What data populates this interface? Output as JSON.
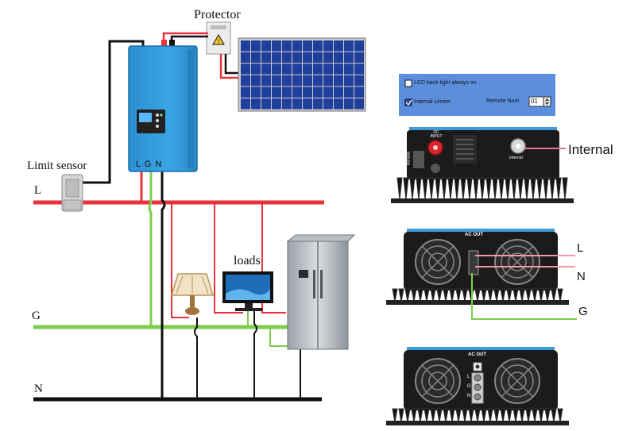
{
  "labels": {
    "protector": "Protector",
    "limit_sensor": "Limit sensor",
    "loads": "loads",
    "line_l": "L",
    "line_g": "G",
    "line_n": "N",
    "inverter_terminals": "L G N"
  },
  "settings_panel": {
    "lcd_backlight": "LCD back light always on",
    "internal_limiter": "Internal Limiter",
    "remote_num_label": "Remote Num",
    "remote_num_value": "01",
    "lcd_backlight_checked": false,
    "internal_limiter_checked": true
  },
  "dc_panel": {
    "dc_input": "DC INPUT",
    "remote": "Remote",
    "internal_small": "Internal",
    "internal_callout": "Internal"
  },
  "ac_out_panel_1": {
    "ac_out": "AC OUT",
    "callout_l": "L",
    "callout_n": "N",
    "callout_g": "G"
  },
  "ac_out_panel_2": {
    "ac_out": "AC OUT",
    "term_l": "L",
    "term_g": "G",
    "term_n": "N"
  },
  "colors": {
    "line_l": "#e8323c",
    "line_g": "#7ccf4c",
    "line_n": "#111111",
    "inverter_blue": "#2f9bdc",
    "panel_blue": "#5b8fdd",
    "solar_cell": "#1f3f9a",
    "device_dark": "#1b1b1b"
  }
}
